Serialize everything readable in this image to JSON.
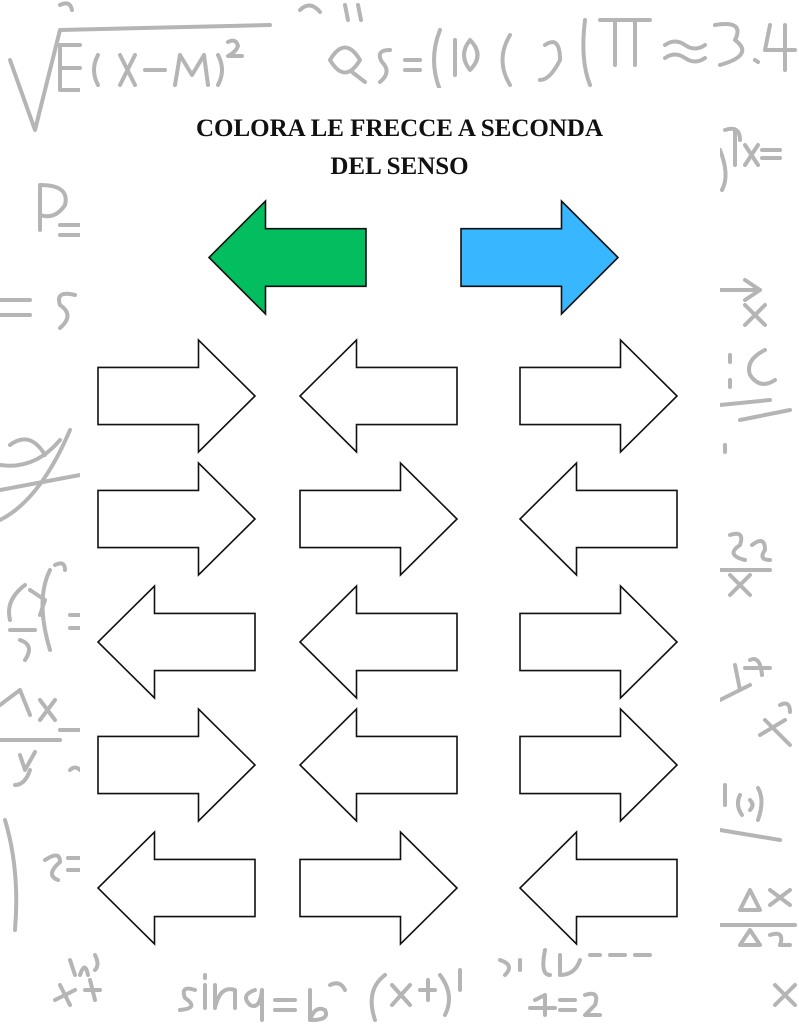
{
  "worksheet": {
    "title_line1": "COLORA LE FRECCE A SECONDA",
    "title_line2": "DEL SENSO",
    "colors": {
      "left_example": "#02be5e",
      "right_example": "#38b6ff",
      "outline": "#111111",
      "blank_fill": "#ffffff",
      "background_scribble": "#b5b5b5"
    },
    "example_arrows": [
      {
        "direction": "left",
        "color": "#02be5e"
      },
      {
        "direction": "right",
        "color": "#38b6ff"
      }
    ],
    "grid_rows": [
      [
        "right",
        "left",
        "right"
      ],
      [
        "right",
        "right",
        "left"
      ],
      [
        "left",
        "left",
        "right"
      ],
      [
        "right",
        "left",
        "right"
      ],
      [
        "left",
        "right",
        "left"
      ]
    ]
  }
}
